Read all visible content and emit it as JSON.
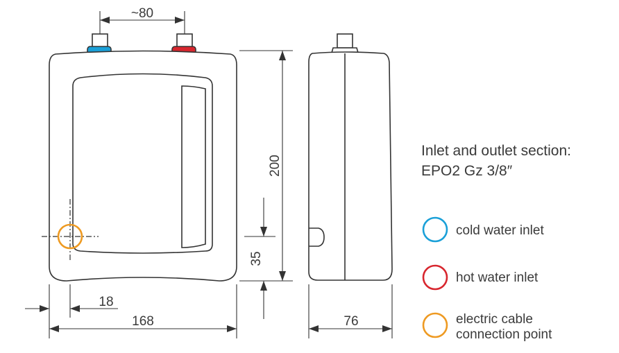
{
  "dimensions": {
    "pipe_spacing": "~80",
    "height": "200",
    "cable_height": "35",
    "cable_offset": "18",
    "width": "168",
    "depth": "76"
  },
  "section_info": {
    "title": "Inlet and outlet section:",
    "spec": "EPO2  Gz 3/8″"
  },
  "legend": {
    "cold": {
      "label": "cold water inlet",
      "color": "#1aa0d8"
    },
    "hot": {
      "label": "hot water inlet",
      "color": "#d8262e"
    },
    "cable": {
      "line1": "electric cable",
      "line2": "connection point",
      "color": "#ee9a22"
    }
  }
}
